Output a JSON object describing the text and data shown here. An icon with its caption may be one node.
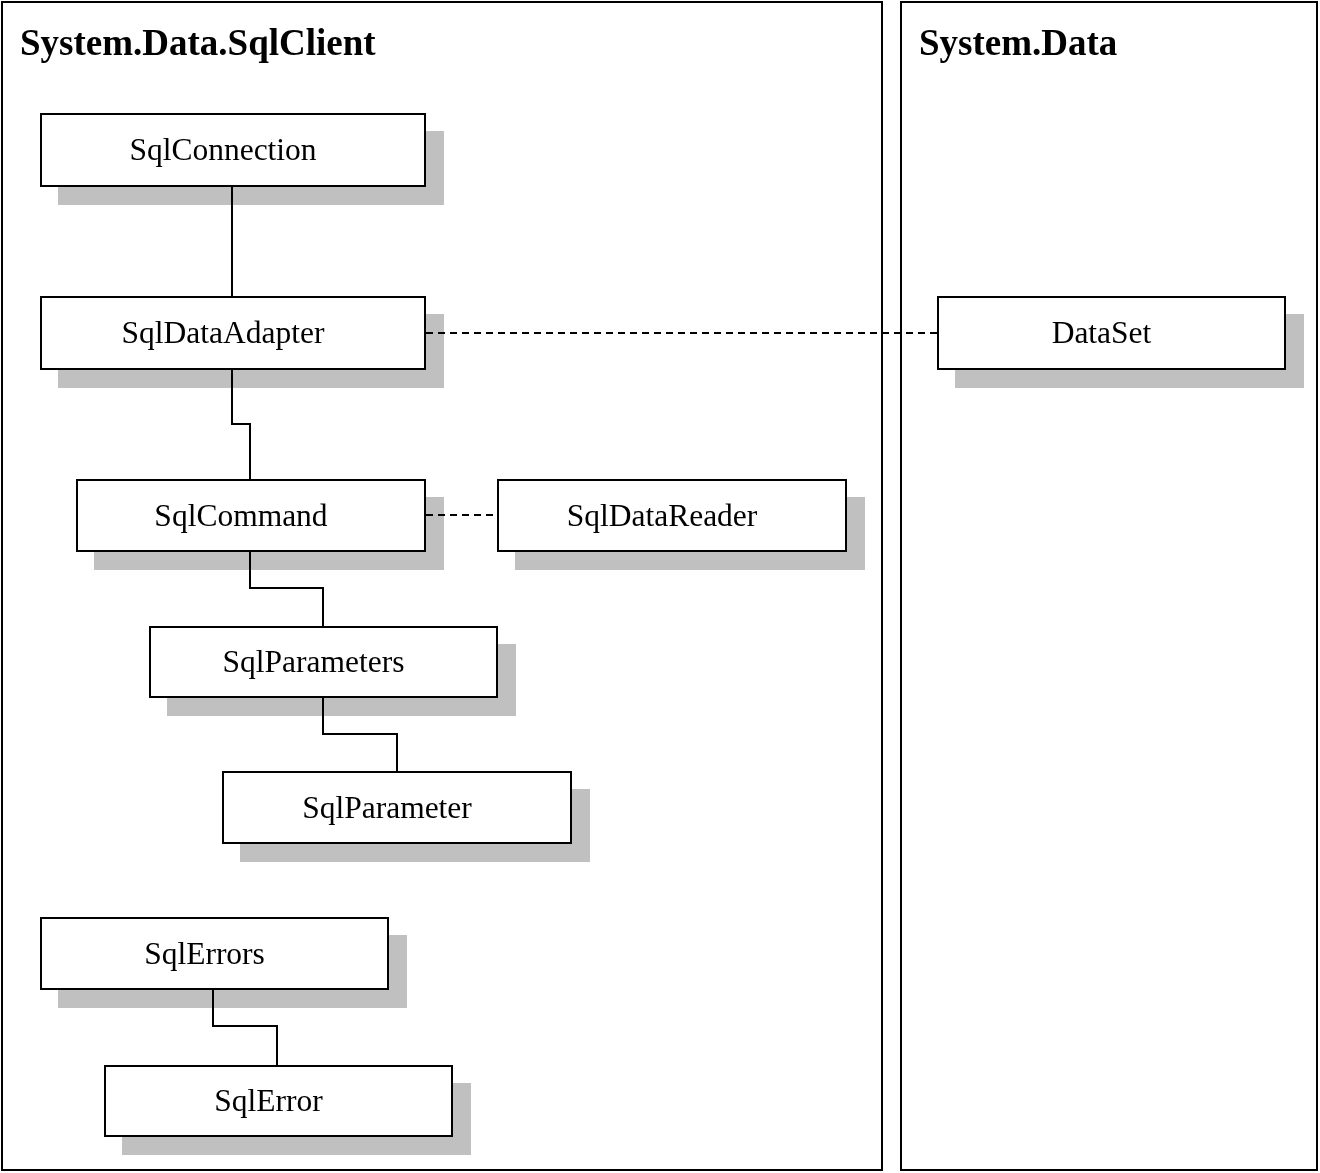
{
  "diagram": {
    "nodes": [
      {
        "text": [
          "System.Data.SqlClient"
        ]
      },
      {
        "text": [
          "SqlConnection"
        ],
        "in": 0
      },
      {
        "text": [
          "SqlDataAdapter"
        ],
        "in": 0
      },
      {
        "text": [
          "SqlCommand"
        ],
        "in": 0
      },
      {
        "text": [
          "SqlDataReader"
        ],
        "in": 0
      },
      {
        "text": [
          "SqlParameters"
        ],
        "in": 0
      },
      {
        "text": [
          "SqlParameter"
        ],
        "in": 0
      },
      {
        "text": [
          "SqlErrors"
        ],
        "in": 0
      },
      {
        "text": [
          "SqlError"
        ],
        "in": 0
      },
      {
        "text": [
          "System.Data"
        ]
      },
      {
        "text": [
          "DataSet"
        ],
        "in": 9
      }
    ],
    "edges": [
      {
        "from": 1,
        "to": 2,
        "arrow": "none"
      },
      {
        "from": 2,
        "to": 3,
        "arrow": "none"
      },
      {
        "from": 2,
        "to": 10,
        "arrow": "none",
        "style": "dashed"
      },
      {
        "from": 3,
        "to": 4,
        "arrow": "none",
        "style": "dashed"
      },
      {
        "from": 3,
        "to": 5,
        "arrow": "none"
      },
      {
        "from": 5,
        "to": 6,
        "arrow": "none"
      },
      {
        "from": 7,
        "to": 8,
        "arrow": "none"
      }
    ]
  }
}
